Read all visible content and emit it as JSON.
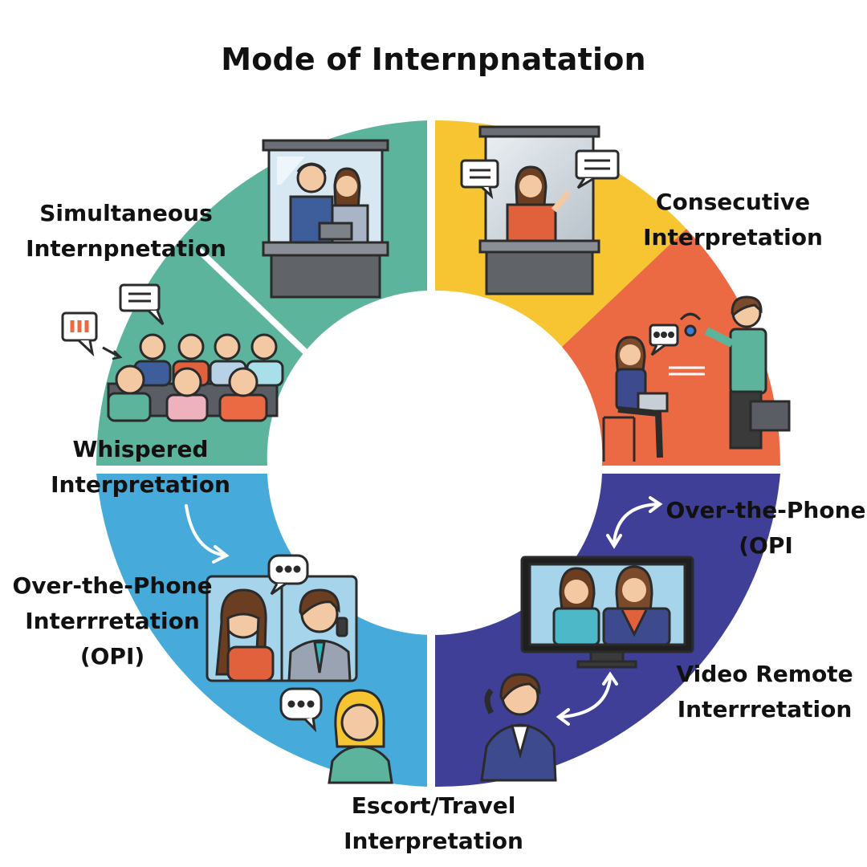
{
  "title": "Mode of Internpnatation",
  "segments": [
    {
      "color": "#5db49d"
    },
    {
      "color": "#f6c531"
    },
    {
      "color": "#ec6a43"
    },
    {
      "color": "#3f3f97"
    },
    {
      "color": "#46aadb"
    }
  ],
  "labels": {
    "simultaneous": {
      "line1": "Simultaneous",
      "line2": "Internpnetation"
    },
    "consecutive": {
      "line1": "Consecutive",
      "line2": "Interpretation"
    },
    "whispered": {
      "line1": "Whispered",
      "line2": "Interpretation"
    },
    "opi_left": {
      "line1": "Over-the-Phone",
      "line2": "Interrretation",
      "line3": "(OPI)"
    },
    "opi_right": {
      "line1": "Over-the-Phone",
      "line2": "(OPI"
    },
    "video_remote": {
      "line1": "Video Remote",
      "line2": "Interrretation"
    },
    "escort": {
      "line1": "Escort/Travel",
      "line2": "Interpretation"
    }
  },
  "icons": [
    "interpreter-booth-icon",
    "consecutive-booth-icon",
    "audience-icon",
    "speech-bubble-icon",
    "business-meeting-icon",
    "video-call-icon",
    "phone-interpreter-icon",
    "escort-person-icon"
  ]
}
